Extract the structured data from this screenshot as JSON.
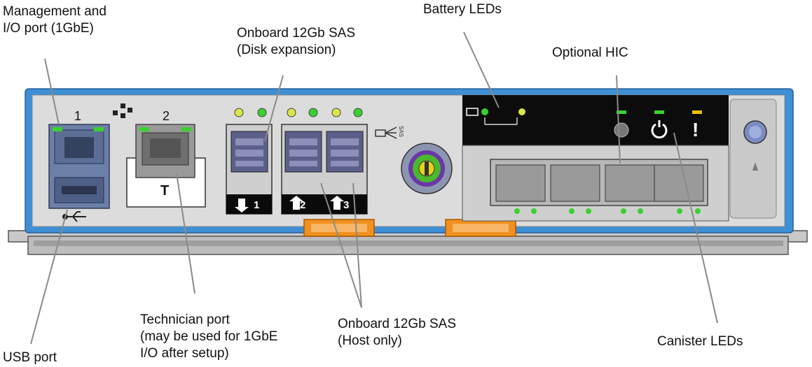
{
  "callouts": {
    "mgmt_port": [
      "Management and",
      "I/O port (1GbE)"
    ],
    "sas_disk": [
      "Onboard 12Gb SAS",
      "(Disk expansion)"
    ],
    "battery_leds": [
      "Battery LEDs"
    ],
    "optional_hic": [
      "Optional HIC"
    ],
    "usb_port": [
      "USB port"
    ],
    "technician_port": [
      "Technician port",
      "(may be used for 1GbE",
      "I/O after setup)"
    ],
    "sas_host": [
      "Onboard 12Gb SAS",
      "(Host only)"
    ],
    "canister_leds": [
      "Canister LEDs"
    ]
  },
  "panel": {
    "port1_number": "1",
    "port2_number": "2",
    "technician_marker": "T",
    "sas_port_1": "1",
    "sas_port_2": "2",
    "sas_port_3": "3",
    "sas_tag": "SAS",
    "attention_glyph": "!"
  },
  "colors": {
    "bezel_blue": "#3d8fd6",
    "faceplate": "#dcdcdc",
    "led_green": "#39d12f",
    "led_amber": "#e8c400",
    "latch_orange": "#f0901e",
    "hic_panel": "#0c0c0c",
    "leader_line": "#8a8a8a"
  }
}
